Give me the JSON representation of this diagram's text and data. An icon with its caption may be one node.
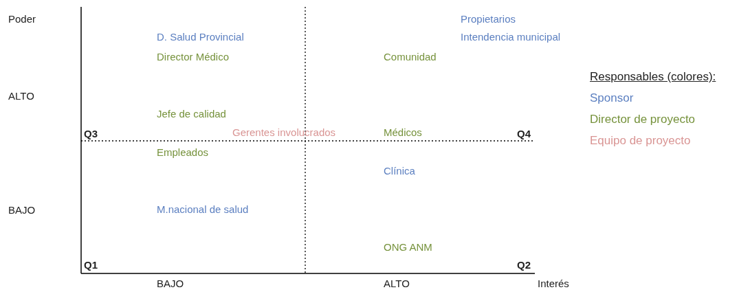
{
  "diagram": {
    "labels": [
      "Poder",
      "Propietarios",
      "D. Salud Provincial",
      "Intendencia municipal",
      "Director Médico",
      "Comunidad",
      "Responsables (colores):",
      "ALTO",
      "Jefe de calidad",
      "Q3",
      "Gerentes involucrados",
      "Médicos",
      "Q4",
      "Empleados",
      "Clínica",
      "BAJO",
      "M.nacional de salud",
      "ONG ANM",
      "Q1",
      "Q2",
      "BAJO",
      "ALTO",
      "Interés"
    ],
    "legend": [
      {
        "text": "Sponsor",
        "color": "#5b7fc0"
      },
      {
        "text": "Director de proyecto",
        "color": "#76923c"
      },
      {
        "text": "Equipo de proyecto",
        "color": "#d99594"
      }
    ]
  }
}
